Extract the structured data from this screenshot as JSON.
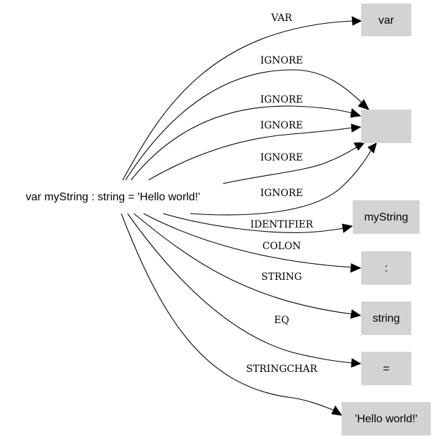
{
  "source": {
    "label": "var myString : string = 'Hello world!'"
  },
  "nodes": {
    "var": "var",
    "empty": "",
    "identifier": "myString",
    "colon": ":",
    "string": "string",
    "eq": "=",
    "stringchar": "'Hello world!'"
  },
  "edges": {
    "var": "VAR",
    "ignore1": "IGNORE",
    "ignore2": "IGNORE",
    "ignore3": "IGNORE",
    "ignore4": "IGNORE",
    "ignore5": "IGNORE",
    "identifier": "IDENTIFIER",
    "colon": "COLON",
    "string": "STRING",
    "eq": "EQ",
    "stringchar": "STRINGCHAR"
  },
  "colors": {
    "node_fill": "#d3d3d3",
    "edge": "#000000"
  }
}
